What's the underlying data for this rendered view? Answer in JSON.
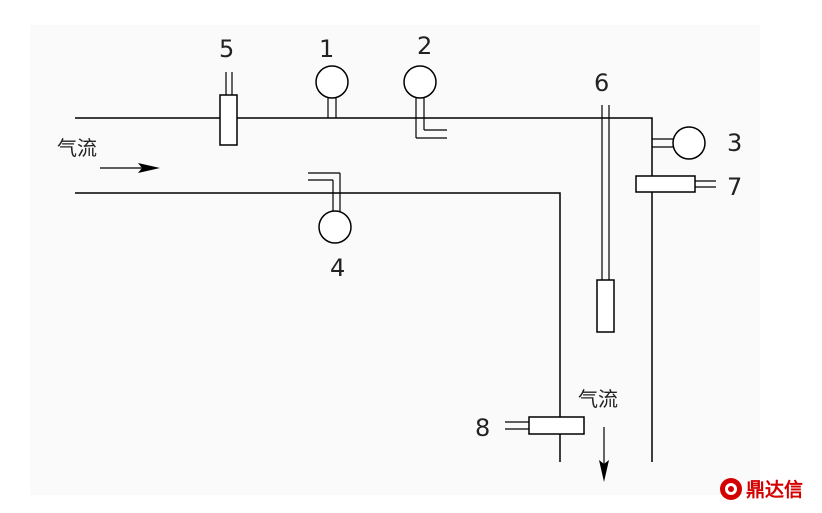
{
  "labels": {
    "n1": "1",
    "n2": "2",
    "n3": "3",
    "n4": "4",
    "n5": "5",
    "n6": "6",
    "n7": "7",
    "n8": "8"
  },
  "airflow_label_left": "气流",
  "airflow_label_down": "气流",
  "watermark": "鼎达信",
  "colors": {
    "line": "#000000",
    "watermark": "#d40000"
  }
}
